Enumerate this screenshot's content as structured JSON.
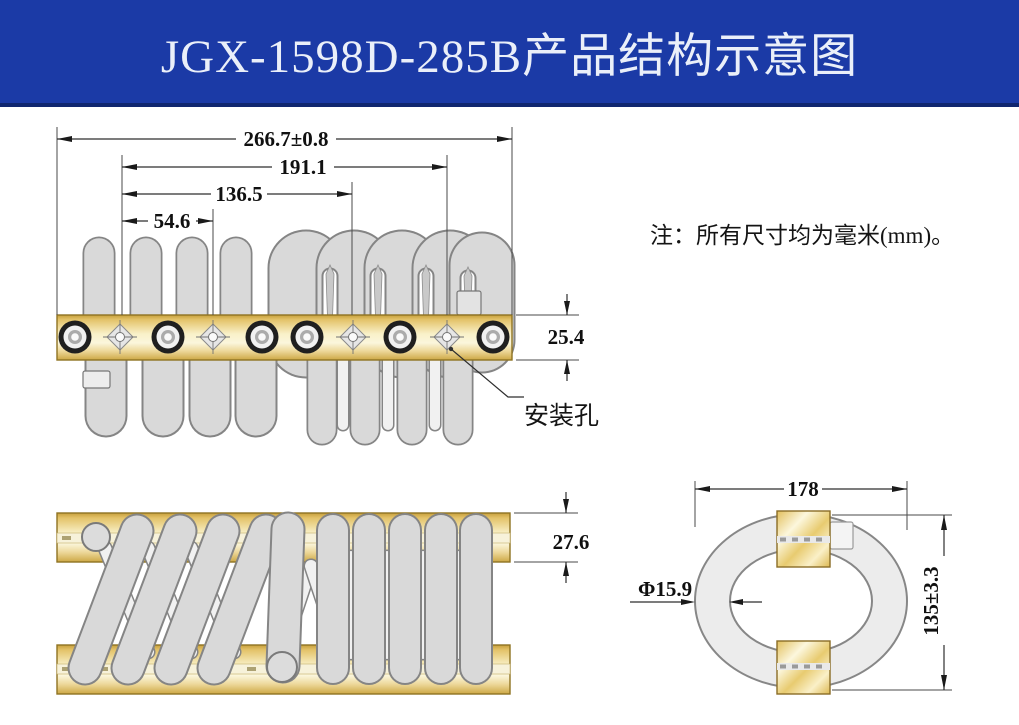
{
  "title": "JGX-1598D-285B产品结构示意图",
  "note": "注：所有尺寸均为毫米(mm)。",
  "colors": {
    "header_bg": "#1B3AA6",
    "header_border": "#10266F",
    "title_text": "#EAEFF9",
    "bar_gold_light": "#FBF5D4",
    "bar_gold_dark": "#D0A844",
    "coil_gray": "#D9D9D9",
    "dim_text": "#101010"
  },
  "top_view": {
    "dim_overall": "266.7±0.8",
    "dim_span3": "191.1",
    "dim_span2": "136.5",
    "dim_span1": "54.6",
    "dim_thickness": "25.4",
    "mounting_hole_label": "安装孔"
  },
  "side_view": {
    "dim_thickness": "27.6"
  },
  "end_view": {
    "dim_width": "178",
    "dim_height": "135±3.3",
    "dim_wire_dia": "Φ15.9"
  }
}
